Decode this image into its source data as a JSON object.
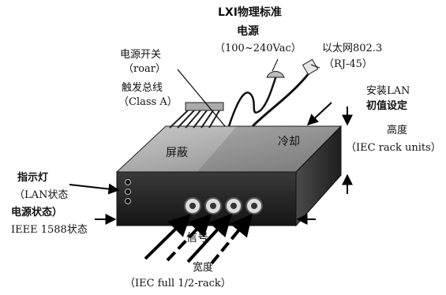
{
  "standard": {
    "line1": "LXI物理标准",
    "line2": "电源"
  },
  "power_voltage": "（100~240Vac）",
  "ethernet": {
    "line1": "以太网802.3",
    "line2": "（RJ-45）"
  },
  "power_switch": {
    "line1": "电源开关",
    "line2": "（roar）"
  },
  "trigger_bus": {
    "line1": "触发总线",
    "line2": "（Class A）"
  },
  "lan_install": {
    "line1": "安装LAN",
    "line2": "初值设定"
  },
  "cooling": "冷却",
  "height": {
    "line1": "高度",
    "line2": "（IEC rack units）"
  },
  "shielding": "屏蔽",
  "indicators": {
    "line1": "指示灯",
    "line2": "（LAN状态",
    "line3": "电源状态）",
    "line4": "IEEE 1588状态"
  },
  "signals": "信号",
  "width": {
    "line1": "宽度",
    "line2": "（IEC full 1/2-rack）"
  }
}
